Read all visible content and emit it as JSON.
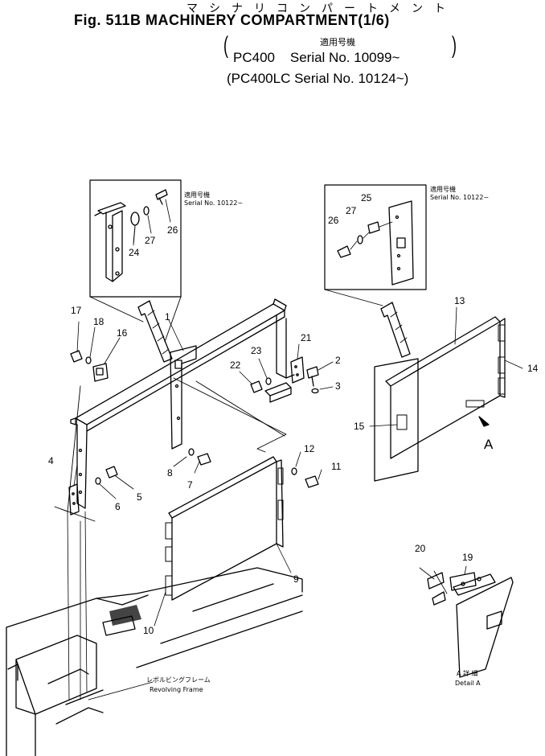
{
  "header": {
    "kana": "マシナリコンパートメント",
    "title": "Fig. 511B MACHINERY COMPARTMENT(1/6)",
    "applicable_jp": "適用号機",
    "serial_1": "PC400    Serial No. 10099~",
    "serial_2": "(PC400LC Serial No. 10124~)"
  },
  "insets": {
    "left": {
      "jp": "適用号機",
      "serial": "Serial No. 10122~"
    },
    "right": {
      "jp": "適用号機",
      "serial": "Serial No. 10122~"
    }
  },
  "labels": {
    "revolving_jp": "レボルビングフレーム",
    "revolving_en": "Revolving Frame",
    "detail_jp": "A 詳 細",
    "detail_en": "Detail A",
    "view_a": "A"
  },
  "callouts": [
    "1",
    "2",
    "3",
    "4",
    "5",
    "6",
    "7",
    "8",
    "9",
    "10",
    "11",
    "12",
    "13",
    "14",
    "15",
    "16",
    "17",
    "18",
    "19",
    "20",
    "21",
    "22",
    "23",
    "24",
    "25",
    "26",
    "27"
  ]
}
